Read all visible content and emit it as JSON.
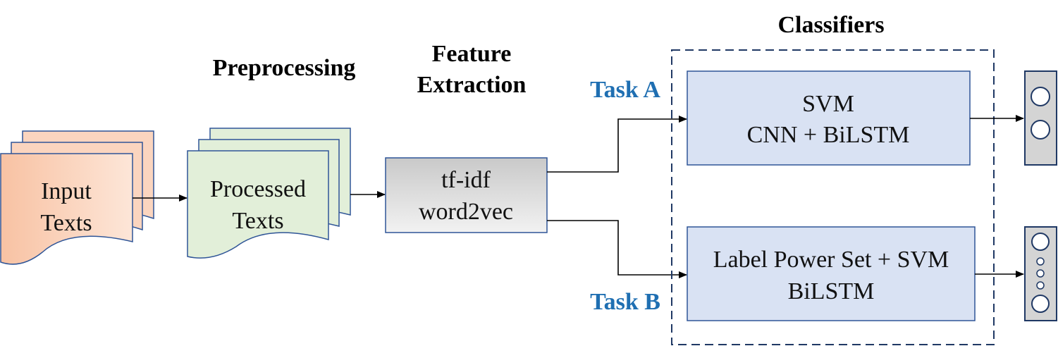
{
  "headers": {
    "preprocessing": "Preprocessing",
    "feature_extraction_line1": "Feature",
    "feature_extraction_line2": "Extraction",
    "classifiers": "Classifiers"
  },
  "input_docs": {
    "line1": "Input",
    "line2": "Texts"
  },
  "processed_docs": {
    "line1": "Processed",
    "line2": "Texts"
  },
  "features": {
    "line1": "tf-idf",
    "line2": "word2vec"
  },
  "tasks": {
    "a": "Task A",
    "b": "Task B"
  },
  "classifier_a": {
    "line1": "SVM",
    "line2": "CNN + BiLSTM"
  },
  "classifier_b": {
    "line1": "Label Power Set + SVM",
    "line2": "BiLSTM"
  },
  "colors": {
    "input_fill": "#fbd5bf",
    "processed_fill": "#e2efd9",
    "classifier_fill": "#d9e2f3",
    "doc_stroke": "#1f3864",
    "task_text": "#1f6fb2",
    "output_fill": "#d4d4d4"
  }
}
